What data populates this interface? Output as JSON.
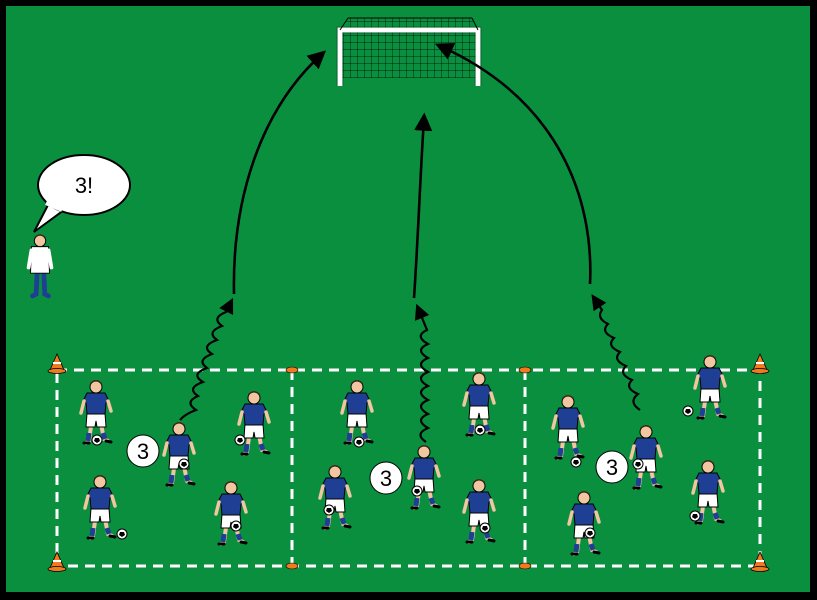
{
  "colors": {
    "pitch": "#0a8f3f",
    "border": "#000000",
    "jersey": "#1f3f95",
    "shorts": "#ffffff",
    "skin": "#f2c6a0",
    "cone": "#f07a1e",
    "line": "#ffffff",
    "arrow": "#000000"
  },
  "coach": {
    "speech": "3!"
  },
  "zones": [
    {
      "number": "3"
    },
    {
      "number": "3"
    },
    {
      "number": "3"
    }
  ],
  "icons": [
    "goal-icon",
    "cone-icon",
    "player-icon",
    "ball-icon",
    "coach-icon",
    "speech-bubble-icon"
  ]
}
